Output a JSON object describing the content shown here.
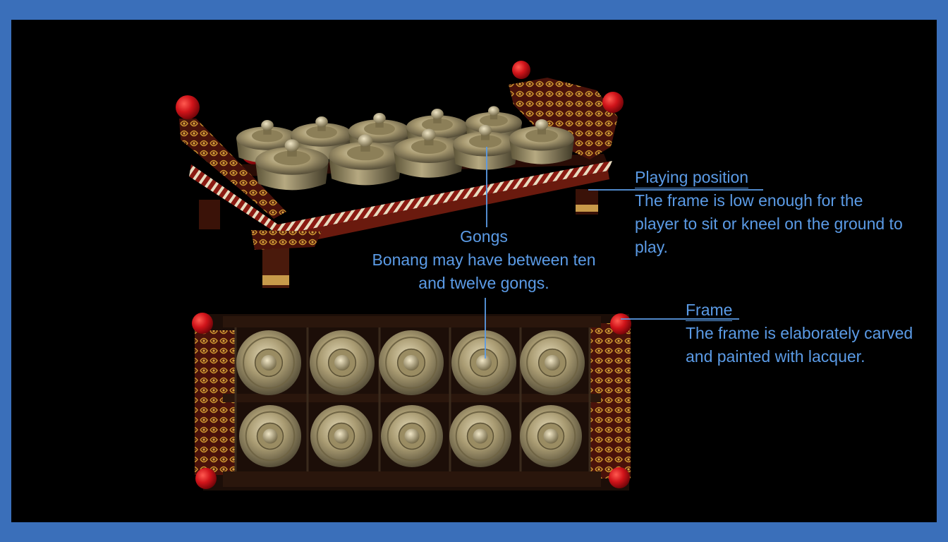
{
  "annotations": {
    "playing": {
      "title": "Playing position",
      "text": "The frame is low enough for the player to sit or kneel on the ground to play."
    },
    "gongs": {
      "title": "Gongs",
      "text": "Bonang may have between ten and twelve gongs."
    },
    "frame": {
      "title": "Frame",
      "text": "The frame is elaborately carved and painted with lacquer."
    }
  },
  "colors": {
    "border": "#3a6fba",
    "background": "#000000",
    "label_text": "#5b9be6",
    "bronze": "#a89a72",
    "frame_wood": "#5a1a0e",
    "lacquer_red": "#c0141a"
  }
}
